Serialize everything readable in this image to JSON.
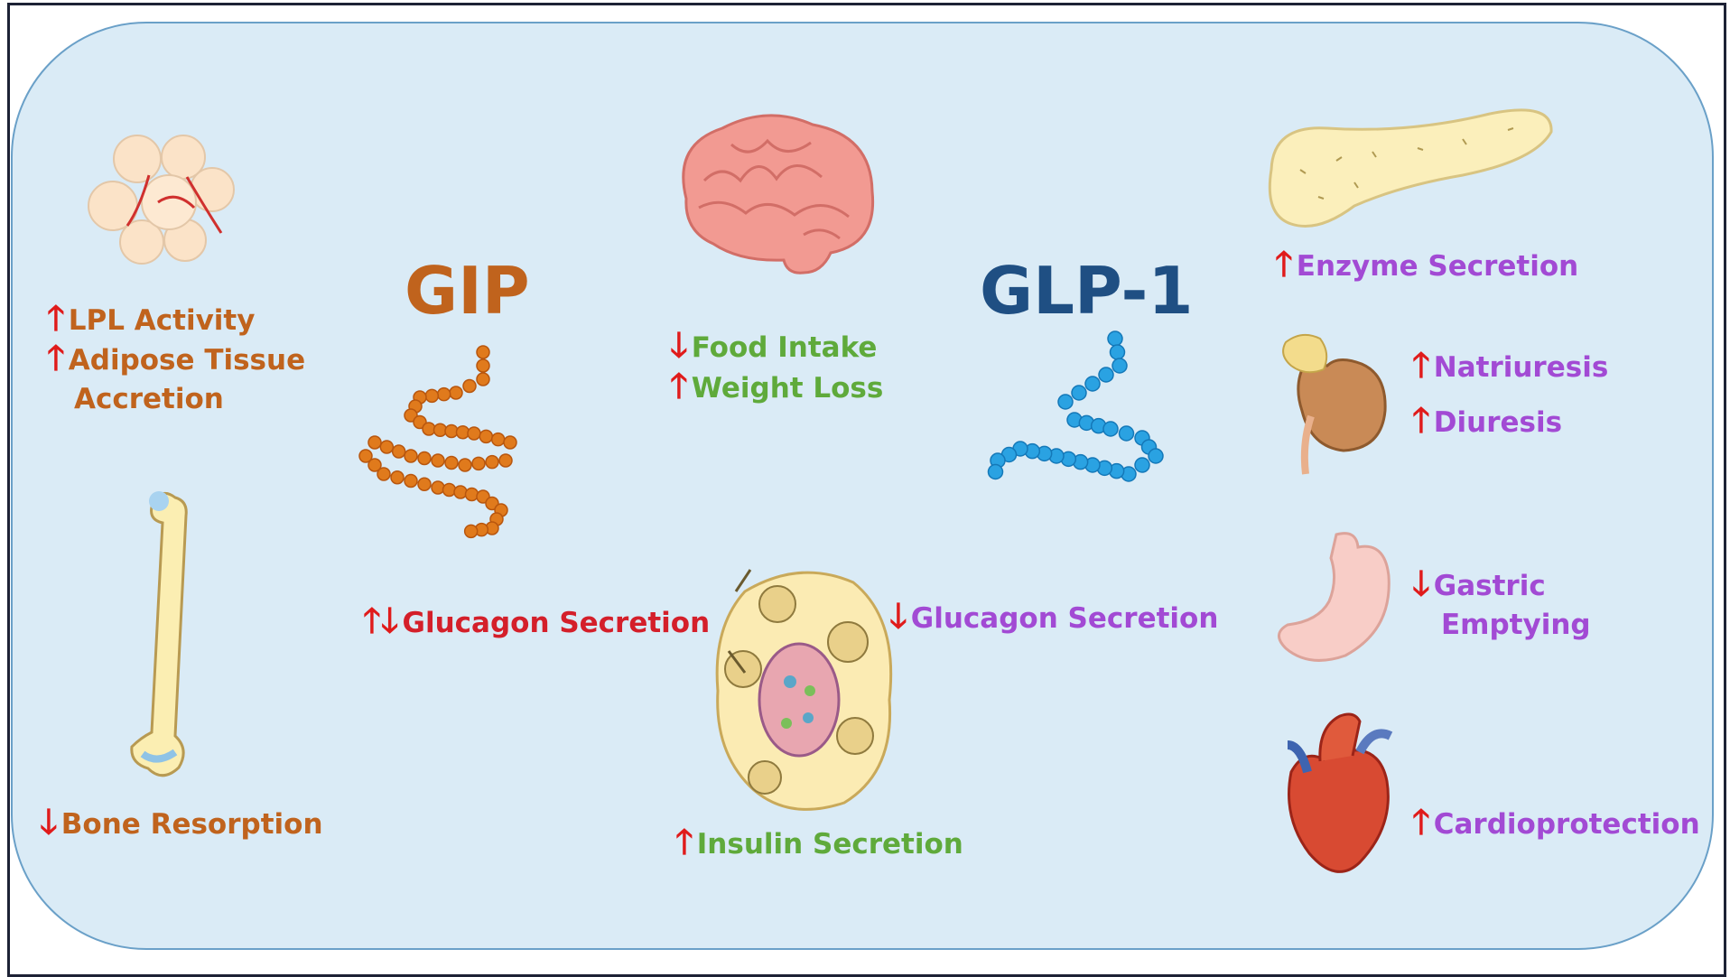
{
  "colors": {
    "panel_bg": "#daebf6",
    "panel_border": "#6aa0c8",
    "arrow": "#e01b1b",
    "gip": "#c0631d",
    "glp1": "#1f4f83",
    "gip_effect": "#c0631d",
    "central_effect": "#5faa3b",
    "glp1_effect": "#a24ad4",
    "shared_effect": "#d41f2a"
  },
  "hormones": {
    "gip": "GIP",
    "glp1": "GLP-1"
  },
  "arrows": {
    "up": "🡑",
    "down": "🡓"
  },
  "figures": {
    "adipocytes": "fat-cells-icon",
    "bone": "bone-icon",
    "brain": "brain-icon",
    "gip_peptide": "gip-peptide-chain-icon",
    "glp1_peptide": "glp1-peptide-chain-icon",
    "islet": "pancreatic-islet-icon",
    "pancreas": "pancreas-icon",
    "kidney": "kidney-icon",
    "stomach": "stomach-icon",
    "heart": "heart-icon"
  },
  "effects": {
    "lpl_activity": "LPL Activity",
    "adipose_line1": "Adipose Tissue",
    "adipose_line2": "Accretion",
    "bone_resorption": "Bone Resorption",
    "gip_glucagon": "Glucagon Secretion",
    "food_intake": "Food Intake",
    "weight_loss": "Weight Loss",
    "insulin": "Insulin Secretion",
    "glp1_glucagon": "Glucagon Secretion",
    "enzyme": "Enzyme Secretion",
    "natriuresis": "Natriuresis",
    "diuresis": "Diuresis",
    "gastric_line1": "Gastric",
    "gastric_line2": "Emptying",
    "cardioprotection": "Cardioprotection"
  }
}
